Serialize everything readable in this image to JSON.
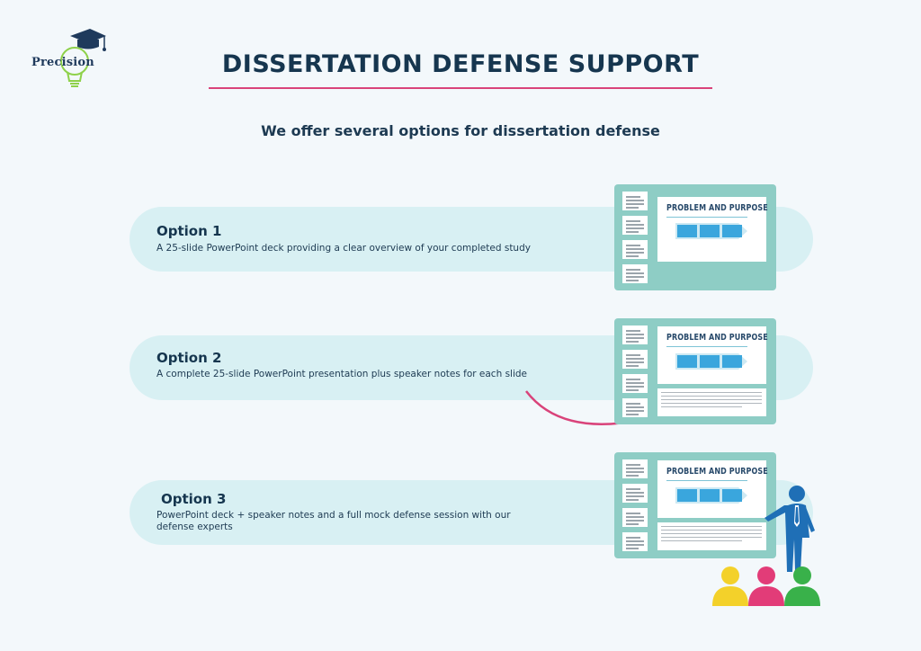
{
  "logo": {
    "text": "Precision",
    "icon": "lightbulb-graduation-cap-icon"
  },
  "header": {
    "title": "DISSERTATION DEFENSE SUPPORT",
    "subtitle": "We offer several options for dissertation defense"
  },
  "options": [
    {
      "title": "Option 1",
      "description": "A 25-slide PowerPoint deck providing a clear overview of your completed study"
    },
    {
      "title": "Option 2",
      "description": "A complete 25-slide PowerPoint presentation plus speaker notes for each slide"
    },
    {
      "title": "Option 3",
      "description": "PowerPoint deck + speaker notes and a full mock defense session with our defense experts"
    }
  ],
  "slides": [
    {
      "heading": "PROBLEM AND PURPOSE"
    },
    {
      "heading": "PROBLEM AND PURPOSE"
    },
    {
      "heading": "PROBLEM AND PURPOSE"
    }
  ],
  "colors": {
    "background": "#f3f8fb",
    "pill": "#d8f0f3",
    "slide_frame": "#8ecdc5",
    "title_text": "#16364f",
    "accent": "#d9437a",
    "presenter": "#1f6fb6",
    "audience": [
      "#f3d12a",
      "#e23c78",
      "#39b14a"
    ]
  }
}
